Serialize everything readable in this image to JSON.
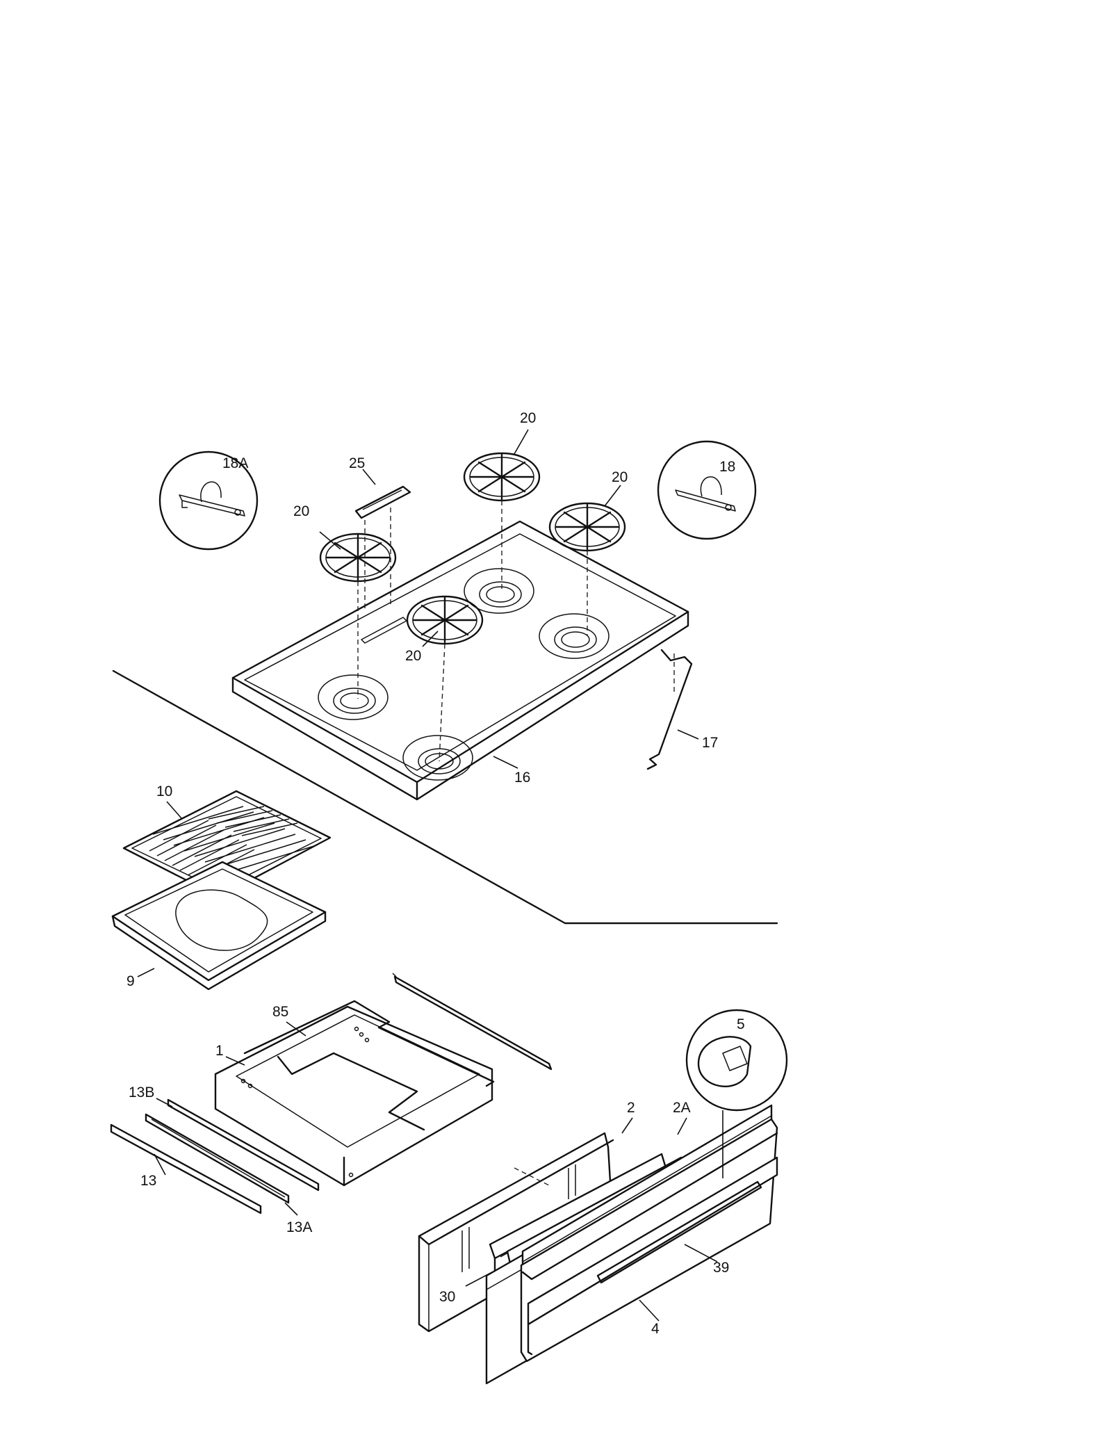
{
  "diagram": {
    "part_labels": [
      {
        "id": "18A",
        "text": "18A"
      },
      {
        "id": "25",
        "text": "25"
      },
      {
        "id": "20a",
        "text": "20"
      },
      {
        "id": "20b",
        "text": "20"
      },
      {
        "id": "20c",
        "text": "20"
      },
      {
        "id": "20d",
        "text": "20"
      },
      {
        "id": "18",
        "text": "18"
      },
      {
        "id": "17",
        "text": "17"
      },
      {
        "id": "16",
        "text": "16"
      },
      {
        "id": "10",
        "text": "10"
      },
      {
        "id": "9",
        "text": "9"
      },
      {
        "id": "85",
        "text": "85"
      },
      {
        "id": "1",
        "text": "1"
      },
      {
        "id": "5",
        "text": "5"
      },
      {
        "id": "13B",
        "text": "13B"
      },
      {
        "id": "2",
        "text": "2"
      },
      {
        "id": "2A",
        "text": "2A"
      },
      {
        "id": "13",
        "text": "13"
      },
      {
        "id": "13A",
        "text": "13A"
      },
      {
        "id": "39",
        "text": "39"
      },
      {
        "id": "30",
        "text": "30"
      },
      {
        "id": "4",
        "text": "4"
      }
    ]
  }
}
